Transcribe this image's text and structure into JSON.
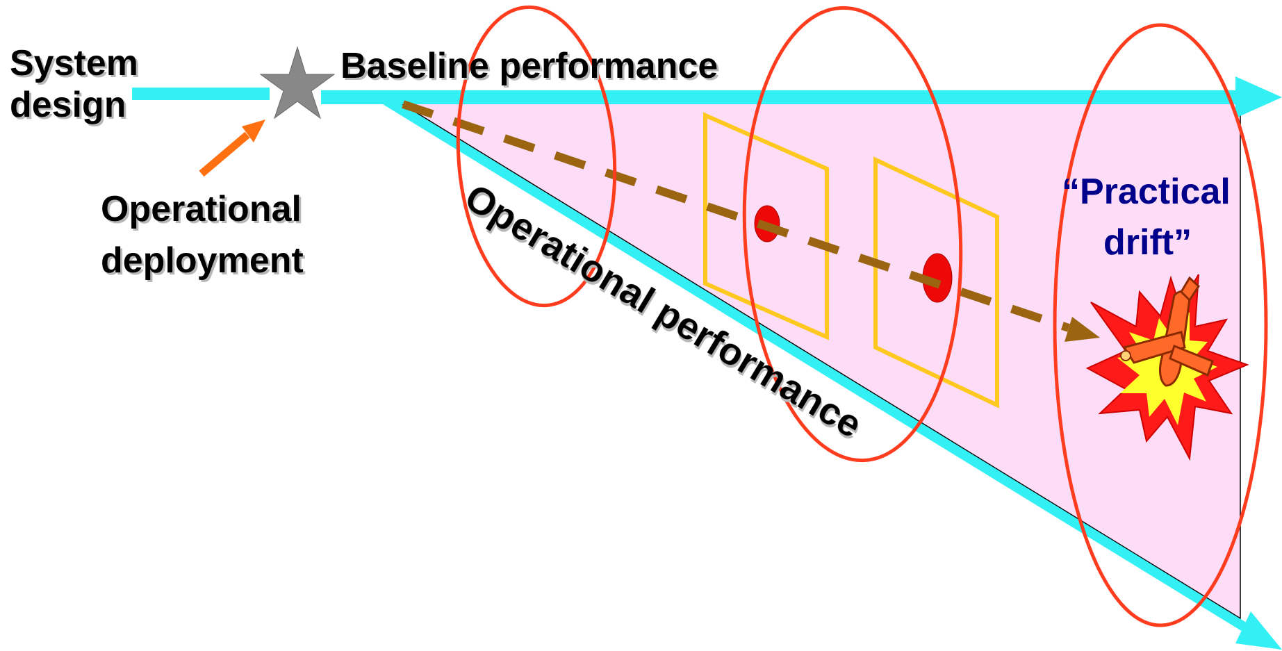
{
  "labels": {
    "system_line1": "System",
    "system_line2": "design",
    "baseline": "Baseline performance",
    "deploy_line1": "Operational",
    "deploy_line2": "deployment",
    "operational": "Operational performance",
    "drift_line1": "“Practical",
    "drift_line2": "drift”"
  },
  "colors": {
    "cyan": "#33f0f5",
    "pink_fill": "#fcdcf6",
    "ellipse": "#ff3c1e",
    "frame": "#ffc81e",
    "dash": "#9a6410",
    "dot": "#ee0808",
    "star": "#888888",
    "orange_arrow": "#ff7010",
    "drift_text": "#00008b",
    "text": "#000000"
  },
  "icons": [
    "star-icon",
    "arrow-icon",
    "explosion-icon",
    "airplane-icon"
  ]
}
